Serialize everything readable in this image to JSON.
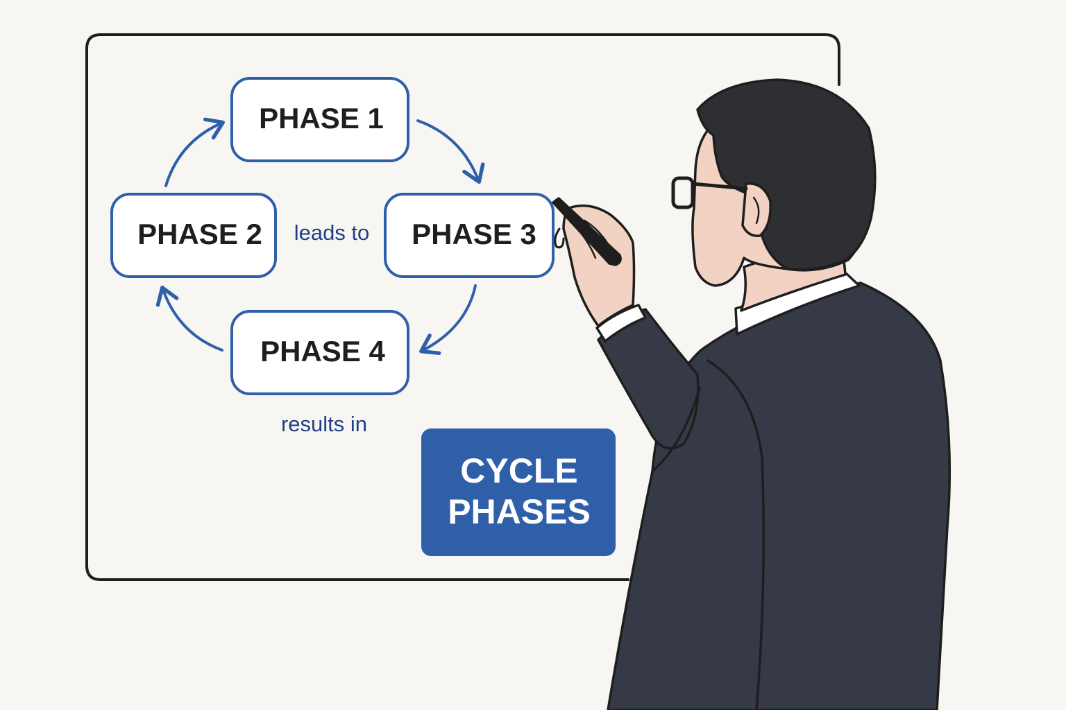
{
  "colors": {
    "background": "#f7f6f2",
    "outline": "#1e1e1e",
    "accent_blue": "#2f5fa8",
    "text_blue": "#1f3f86",
    "suit": "#353a46",
    "skin": "#f2d2c2",
    "hair": "#2d2f33",
    "shirt": "#ffffff"
  },
  "diagram": {
    "phases": [
      {
        "id": "phase-1",
        "label": "PHASE 1"
      },
      {
        "id": "phase-2",
        "label": "PHASE 2"
      },
      {
        "id": "phase-3",
        "label": "PHASE 3"
      },
      {
        "id": "phase-4",
        "label": "PHASE 4"
      }
    ],
    "connector_labels": {
      "leads_to": "leads to",
      "results_in": "results in"
    },
    "cycle_box": {
      "line1": "CYCLE",
      "line2": "PHASES"
    }
  },
  "scene": {
    "figure": "man in dark suit with glasses writing on whiteboard with marker"
  }
}
